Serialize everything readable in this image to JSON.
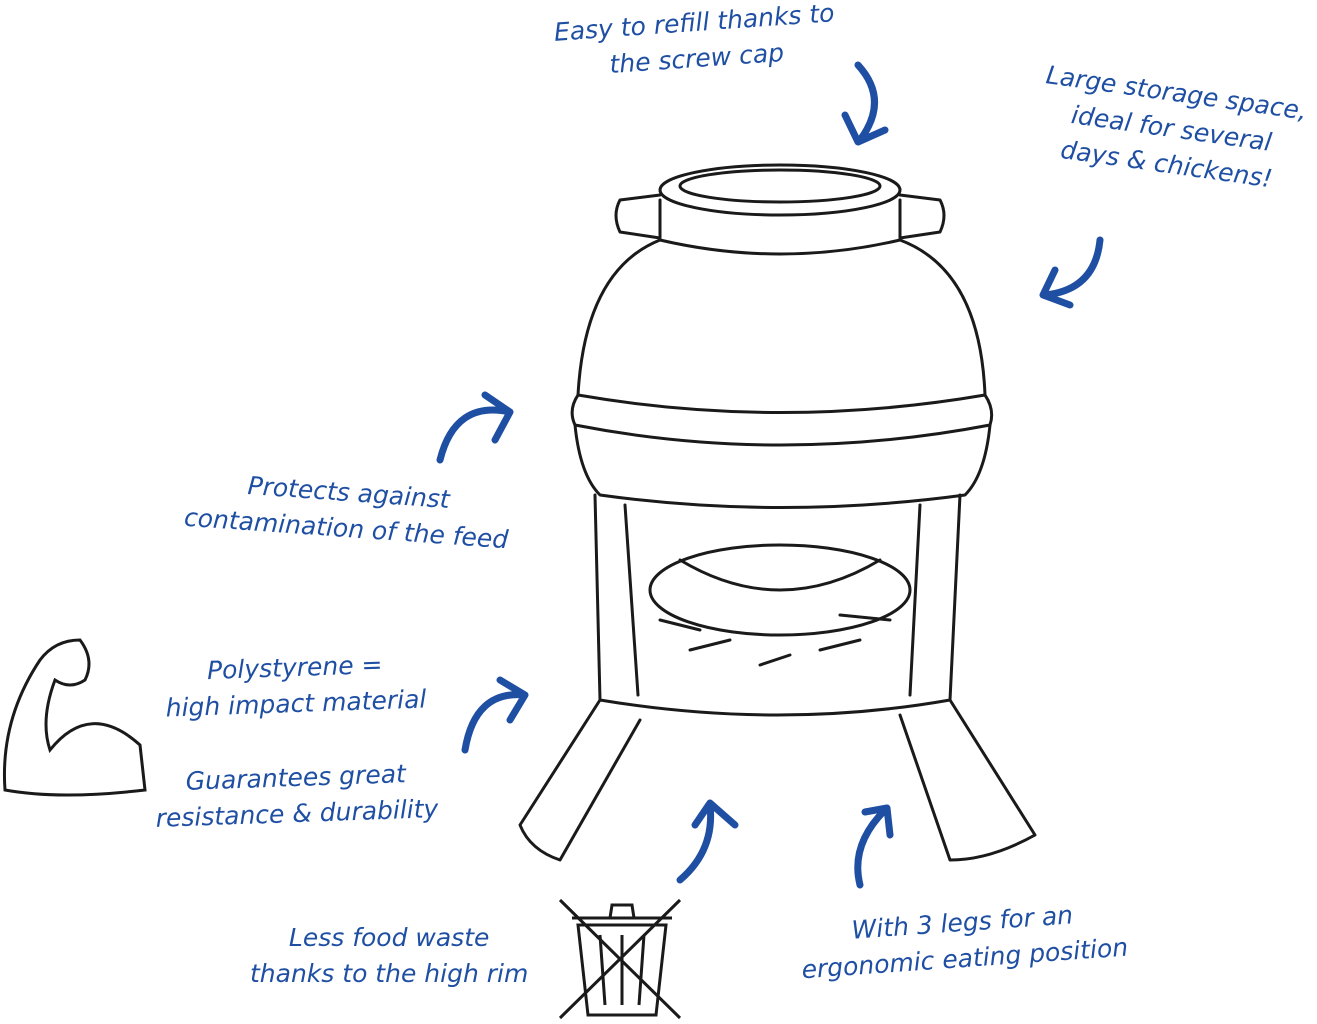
{
  "colors": {
    "accent": "#1f4fa3",
    "ink": "#1a1a1a"
  },
  "notes": {
    "refill": [
      "Easy to refill thanks to",
      "the screw cap"
    ],
    "storage": [
      "Large storage space,",
      "ideal for several",
      "days & chickens!"
    ],
    "protects": [
      "Protects against",
      "contamination of the feed"
    ],
    "material": [
      "Polystyrene =",
      "high impact material"
    ],
    "durability": [
      "Guarantees great",
      "resistance & durability"
    ],
    "waste": [
      "Less food waste",
      "thanks to the high rim"
    ],
    "legs": [
      "With 3 legs for an",
      "ergonomic eating position"
    ]
  },
  "icons": [
    "flexed-arm-icon",
    "crossed-trash-can-icon",
    "feeder-illustration"
  ]
}
